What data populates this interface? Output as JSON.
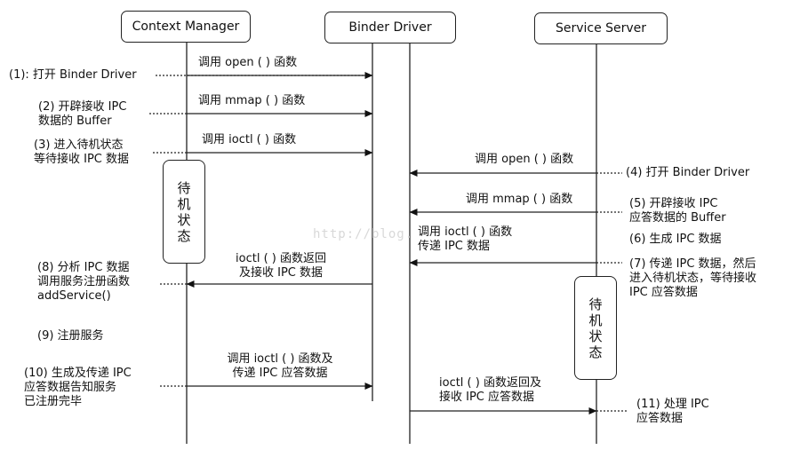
{
  "participants": {
    "context_manager": "Context Manager",
    "binder_driver": "Binder Driver",
    "service_server": "Service Server"
  },
  "waiting_state_label": "待\n机\n状\n态",
  "watermark": "http://blog.",
  "steps": {
    "s1": "(1): 打开 Binder Driver",
    "s2": "(2) 开辟接收 IPC\n数据的 Buffer",
    "s3": "(3) 进入待机状态\n等待接收 IPC 数据",
    "s4": "(4) 打开 Binder Driver",
    "s5": "(5) 开辟接收 IPC\n应答数据的 Buffer",
    "s6": "(6) 生成 IPC 数据",
    "s7": "(7) 传递 IPC 数据，然后\n进入待机状态，等待接收\nIPC 应答数据",
    "s8": "(8) 分析 IPC 数据\n调用服务注册函数\naddService()",
    "s9": "(9) 注册服务",
    "s10": "(10) 生成及传递 IPC\n应答数据告知服务\n已注册完毕",
    "s11": "(11) 处理 IPC\n应答数据"
  },
  "messages": {
    "m1": "调用 open ( ) 函数",
    "m2": "调用 mmap ( ) 函数",
    "m3": "调用 ioctl ( ) 函数",
    "m4": "调用 open ( ) 函数",
    "m5": "调用 mmap ( ) 函数",
    "m6": "调用 ioctl ( ) 函数\n传递 IPC 数据",
    "m7": "ioctl ( ) 函数返回\n及接收 IPC 数据",
    "m8": "调用 ioctl ( ) 函数及\n传递 IPC 应答数据",
    "m9": "ioctl ( ) 函数返回及\n接收 IPC 应答数据"
  }
}
